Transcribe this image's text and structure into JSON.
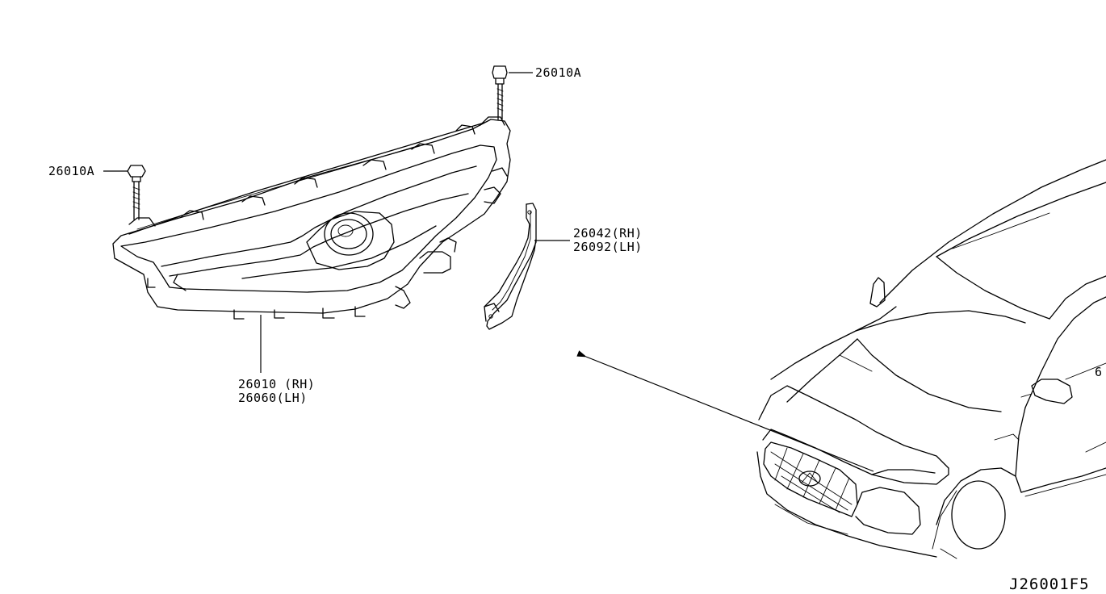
{
  "parts": {
    "bolt_upper": {
      "code": "26010A"
    },
    "bolt_left": {
      "code": "26010A"
    },
    "bracket": {
      "code_rh": "26042(RH)",
      "code_lh": "26092(LH)"
    },
    "headlamp": {
      "code_rh": "26010 (RH)",
      "code_lh": "26060(LH)"
    }
  },
  "vehicle": {
    "partial_label": "6"
  },
  "drawing_id": "J26001F5"
}
